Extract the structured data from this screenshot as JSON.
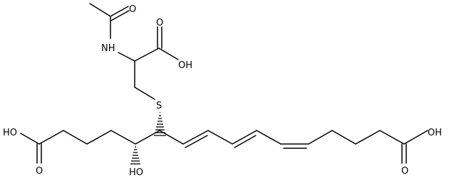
{
  "molecule": {
    "atom_labels": {
      "acetyl_oxygen": "O",
      "amide_nitrogen": "NH",
      "carboxyl_oxygen_top": "O",
      "carboxyl_hydroxyl_top": "OH",
      "sulfur": "S",
      "left_acid_hydroxyl": "HO",
      "left_acid_oxygen": "O",
      "secondary_hydroxyl": "HO",
      "right_acid_hydroxyl": "OH",
      "right_acid_oxygen": "O"
    }
  }
}
